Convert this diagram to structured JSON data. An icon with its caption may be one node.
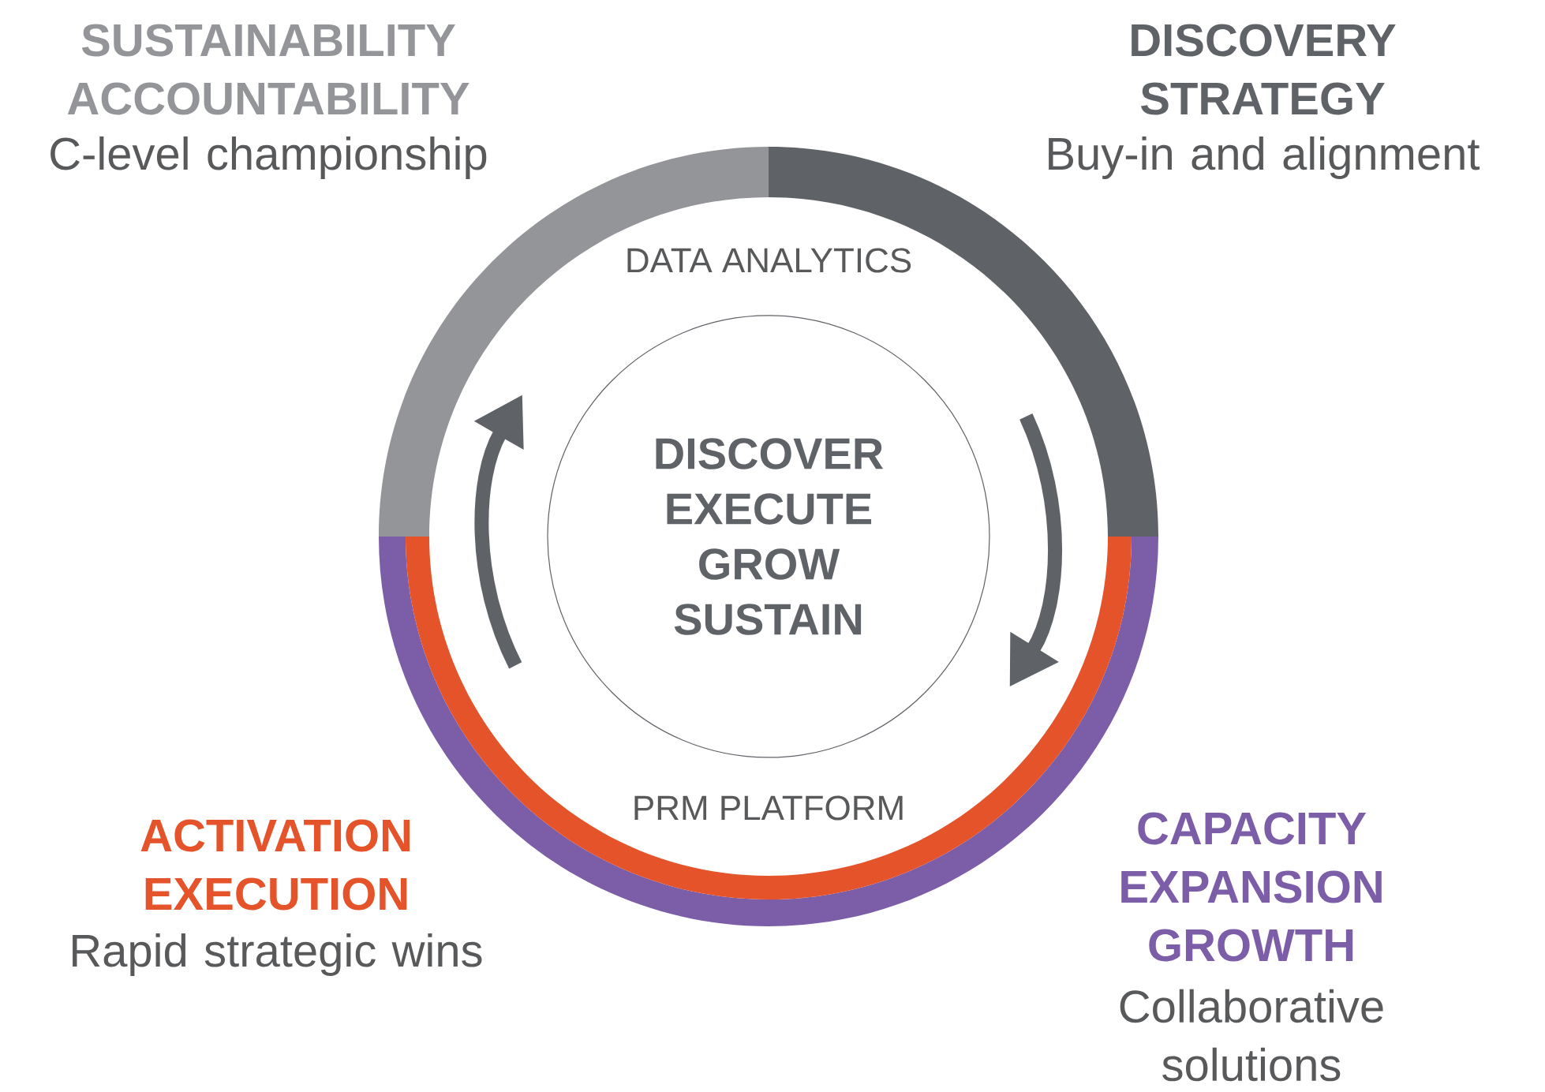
{
  "diagram": {
    "nodes": [
      {
        "text": [
          "DISCOVER EXECUTE GROW SUSTAIN"
        ]
      }
    ],
    "labels": [
      "SUSTAINABILITY ACCOUNTABILITY",
      "C-level championship",
      "DISCOVERY STRATEGY",
      "Buy-in and alignment",
      "DATA ANALYTICS",
      "PRM PLATFORM",
      "ACTIVATION EXECUTION",
      "Rapid strategic wins",
      "CAPACITY EXPANSION GROWTH",
      "Collaborative solutions"
    ]
  }
}
